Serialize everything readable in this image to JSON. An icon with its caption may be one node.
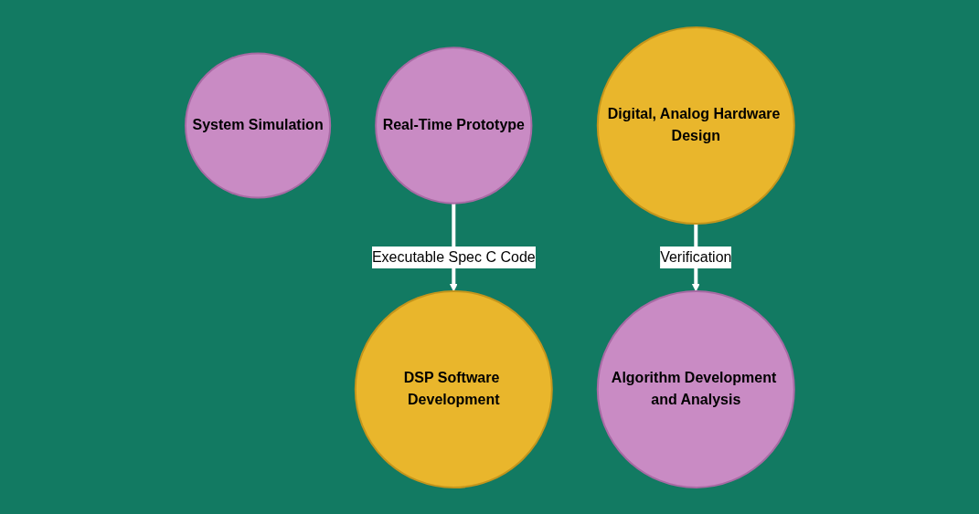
{
  "diagram": {
    "nodes": [
      {
        "text": [
          "Algorithm Development and Analysis"
        ]
      },
      {
        "text": [
          "System Simulation"
        ]
      },
      {
        "text": [
          "Real-Time Prototype"
        ]
      },
      {
        "text": [
          "Digital, Analog Hardware Design"
        ]
      },
      {
        "text": [
          "DSP Software Development"
        ]
      }
    ],
    "edges": [
      {
        "from": 2,
        "to": 4,
        "arrow": "to",
        "label": "Executable Spec C Code"
      },
      {
        "from": 3,
        "to": 0,
        "arrow": "to",
        "label": "Verification"
      }
    ]
  }
}
